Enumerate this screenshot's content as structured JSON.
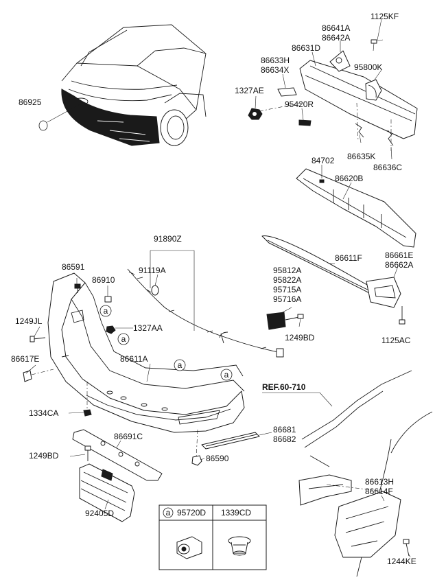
{
  "parts": {
    "p86925": "86925",
    "p1125KF": "1125KF",
    "p86641A": "86641A",
    "p86642A": "86642A",
    "p86631D": "86631D",
    "p86633H": "86633H",
    "p86634X": "86634X",
    "p95800K": "95800K",
    "p1327AE": "1327AE",
    "p95420R": "95420R",
    "p86635K": "86635K",
    "p86636C": "86636C",
    "p84702": "84702",
    "p86620B": "86620B",
    "p91890Z": "91890Z",
    "p86591": "86591",
    "p91119A": "91119A",
    "p86910": "86910",
    "p1249JL": "1249JL",
    "p1327AA": "1327AA",
    "p86617E": "86617E",
    "p86611A": "86611A",
    "p86611F": "86611F",
    "p95812A": "95812A",
    "p95822A": "95822A",
    "p95715A": "95715A",
    "p95716A": "95716A",
    "p1249BD_a": "1249BD",
    "p86661E": "86661E",
    "p86662A": "86662A",
    "p1125AC": "1125AC",
    "p1334CA": "1334CA",
    "p86691C": "86691C",
    "p1249BD_b": "1249BD",
    "p86590": "86590",
    "p86681": "86681",
    "p86682": "86682",
    "p92405D": "92405D",
    "p86613H": "86613H",
    "p86614F": "86614F",
    "p1244KE": "1244KE"
  },
  "reference": "REF.60-710",
  "callout_marker": "a",
  "legend": {
    "marker": "a",
    "col1_part": "95720D",
    "col2_part": "1339CD"
  }
}
